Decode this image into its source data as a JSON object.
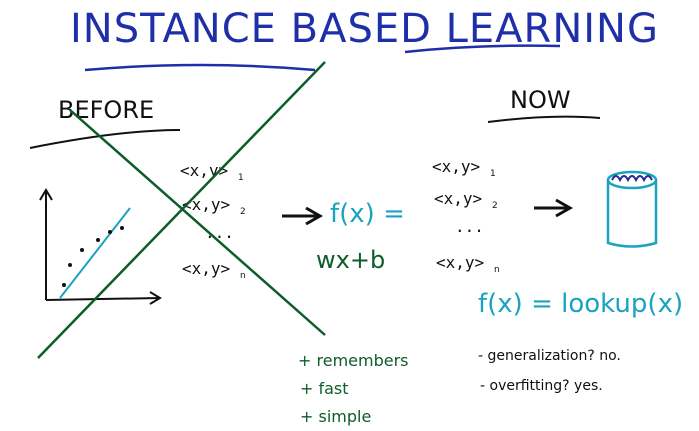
{
  "title": "INSTANCE BASED LEARNING",
  "before": {
    "heading": "BEFORE",
    "tuples": [
      "<x,y>",
      "<x,y>",
      "...",
      "<x,y>"
    ],
    "subscripts": [
      "1",
      "2",
      "n"
    ],
    "function": "f(x) =",
    "function_expr": "wx+b"
  },
  "now": {
    "heading": "NOW",
    "tuples": [
      "<x,y>",
      "<x,y>",
      "...",
      "<x,y>"
    ],
    "subscripts": [
      "1",
      "2",
      "n"
    ],
    "lookup": "f(x) = lookup(x)",
    "notes": [
      "- generalization? no.",
      "- overfitting? yes."
    ]
  },
  "pros": [
    "+ remembers",
    "+ fast",
    "+ simple"
  ],
  "colors": {
    "title": "#1f2fa8",
    "ink": "#111111",
    "teal": "#1aa3c0",
    "green": "#0d5c2a"
  }
}
